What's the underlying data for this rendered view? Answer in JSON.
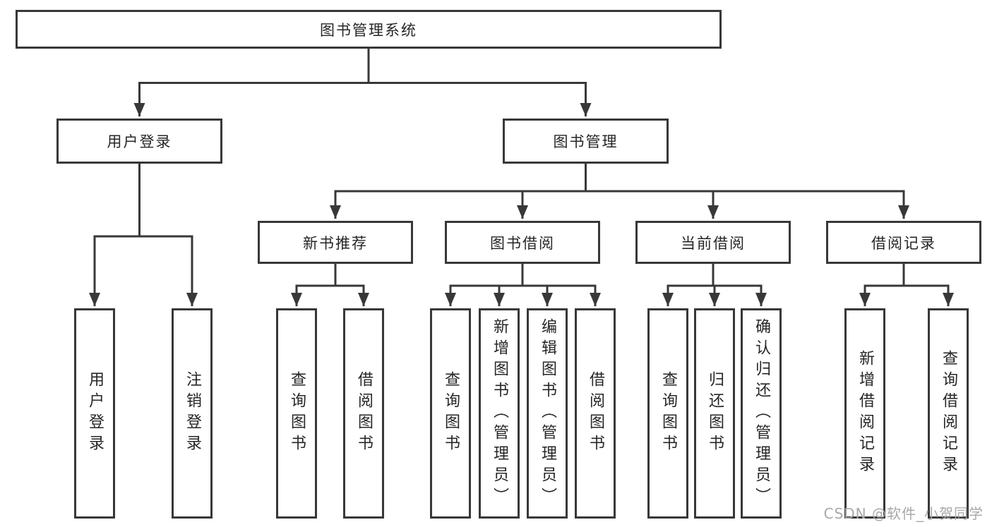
{
  "page": {
    "background": "#ffffff"
  },
  "diagram": {
    "type": "tree",
    "colors": {
      "line": "#383838",
      "box_border": "#383838",
      "box_fill": "#ffffff",
      "text": "#262626",
      "watermark": "#a8a8a8"
    },
    "nodes": {
      "root": "图书管理系统",
      "user_login": "用户登录",
      "book_mgmt": "图书管理",
      "new_book_rec": "新书推荐",
      "book_borrow": "图书借阅",
      "current_borrow": "当前借阅",
      "borrow_record": "借阅记录",
      "ul_login": "用户登录",
      "ul_logout": "注销登录",
      "nb_query": "查询图书",
      "nb_borrow": "借阅图书",
      "bb_query": "查询图书",
      "bb_add": "新增图书（管理员）",
      "bb_edit": "编辑图书（管理员）",
      "bb_borrow": "借阅图书",
      "cb_query": "查询图书",
      "cb_return": "归还图书",
      "cb_confirm": "确认归还（管理员）",
      "br_add": "新增借阅记录",
      "br_query": "查询借阅记录"
    },
    "edges": [
      "root→user_login",
      "root→book_mgmt",
      "user_login→ul_login",
      "user_login→ul_logout",
      "book_mgmt→new_book_rec",
      "book_mgmt→book_borrow",
      "book_mgmt→current_borrow",
      "book_mgmt→borrow_record",
      "new_book_rec→nb_query",
      "new_book_rec→nb_borrow",
      "book_borrow→bb_query",
      "book_borrow→bb_add",
      "book_borrow→bb_edit",
      "book_borrow→bb_borrow",
      "current_borrow→cb_query",
      "current_borrow→cb_return",
      "current_borrow→cb_confirm",
      "borrow_record→br_add",
      "borrow_record→br_query"
    ]
  },
  "watermark": {
    "text": "CSDN @软件_小贺同学"
  }
}
